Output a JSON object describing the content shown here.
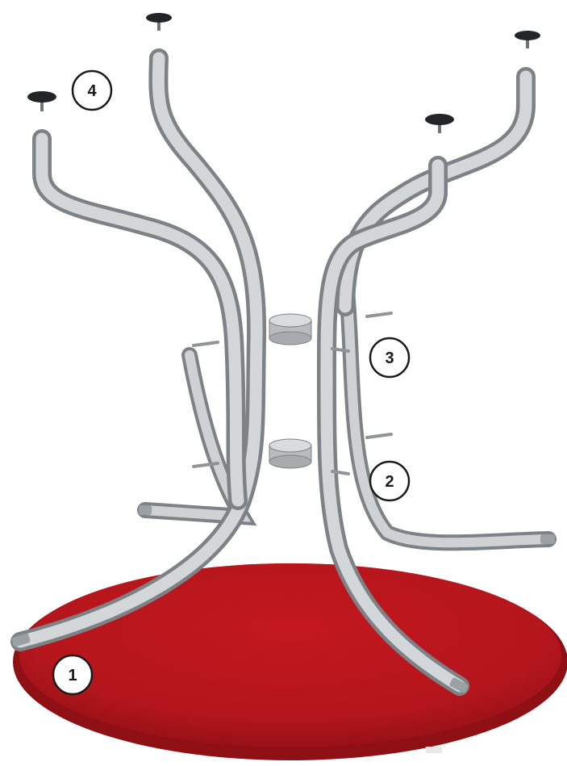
{
  "callouts": [
    {
      "id": "1",
      "label": "1",
      "part": "table-top"
    },
    {
      "id": "2",
      "label": "2",
      "part": "lower-connector-ring"
    },
    {
      "id": "3",
      "label": "3",
      "part": "upper-connector-ring"
    },
    {
      "id": "4",
      "label": "4",
      "part": "glide-caps"
    }
  ],
  "colors": {
    "tabletop_red": "#b3161c",
    "tabletop_rim": "#8e0f14",
    "tube_steel": "#b9bcbf",
    "tube_shadow": "#7d8286",
    "cap_black": "#222427",
    "callout_stroke": "#1a1a1a"
  },
  "icons": {
    "callout": "numbered-circle",
    "glide": "glide-cap-icon",
    "bolt": "bolt-icon"
  }
}
